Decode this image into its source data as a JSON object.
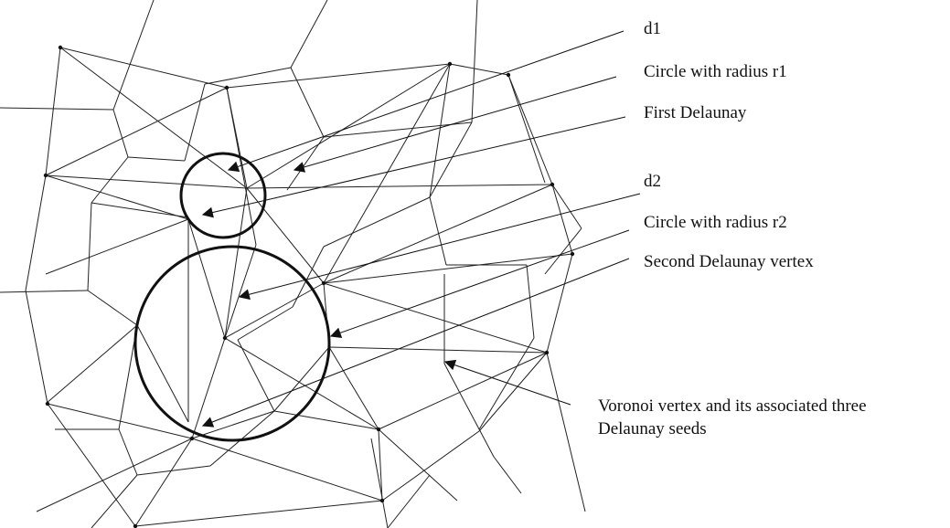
{
  "labels": {
    "d1": "d1",
    "r1": "Circle with radius r1",
    "first": "First Delaunay",
    "d2": "d2",
    "r2": "Circle with radius r2",
    "second": "Second Delaunay vertex",
    "voronoi_line1": "Voronoi vertex and its associated three",
    "voronoi_line2": "Delaunay seeds"
  },
  "colors": {
    "line": "#222222",
    "text": "#111111",
    "background": "#ffffff"
  }
}
